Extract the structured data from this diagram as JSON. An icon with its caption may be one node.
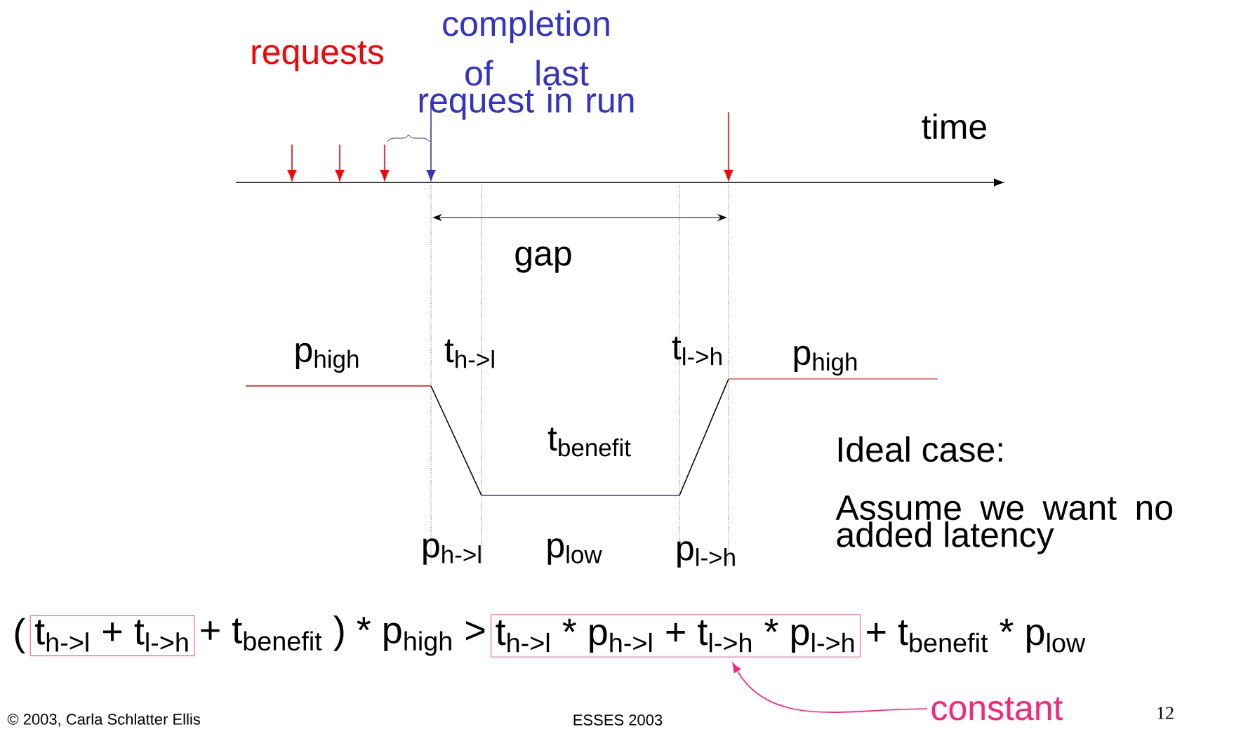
{
  "diagram": {
    "nodes": [
      {
        "text": [
          "t$_{h->l}$ + t$_{l->h}$"
        ]
      },
      {
        "text": [
          "t$_{h->l}$ * p$_{h->l}$ + t$_{l->h}$ * p$_{l->h}$"
        ]
      },
      {
        "text": [
          "constant"
        ]
      }
    ],
    "edges": [
      {
        "from": 2,
        "to": 1,
        "arrow": "to"
      }
    ],
    "labels": [
      "requests",
      "completion",
      "of last request in run",
      "time",
      "gap",
      "p$_{high}$",
      "t$_{h->l}$",
      "t$_{l->h}$",
      "p$_{high}$",
      "t$_{benefit}$",
      "Ideal case:",
      "Assume we want no added latency",
      "p$_{h->l}$",
      "p$_{low}$",
      "p$_{l->h}$",
      "(",
      "+ t$_{benefit}$ ) * p$_{high}$ >",
      "+ t$_{benefit}$ * p$_{low}$",
      "© 2003, Carla Schlatter Ellis",
      "ESSES 2003",
      "12"
    ]
  }
}
